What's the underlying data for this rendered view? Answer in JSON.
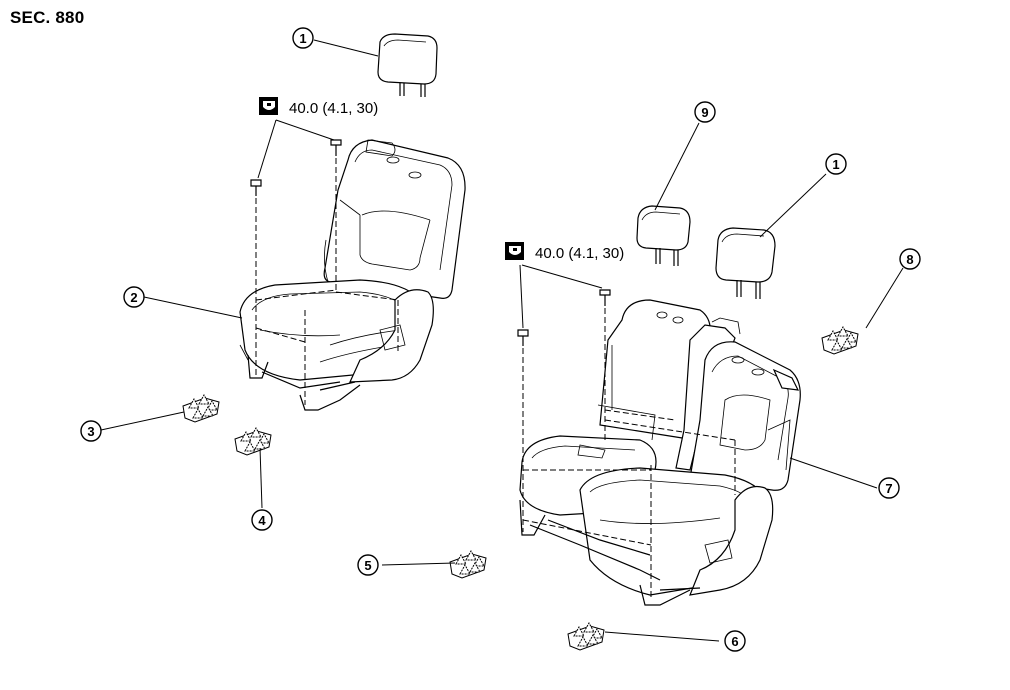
{
  "section_title": "SEC. 880",
  "torque_specs": [
    {
      "value": "40.0 (4.1, 30)",
      "icon": "torque-wrench-icon"
    },
    {
      "value": "40.0 (4.1, 30)",
      "icon": "torque-wrench-icon"
    }
  ],
  "callouts": [
    "1",
    "2",
    "3",
    "4",
    "5",
    "6",
    "7",
    "8",
    "9",
    "1"
  ]
}
